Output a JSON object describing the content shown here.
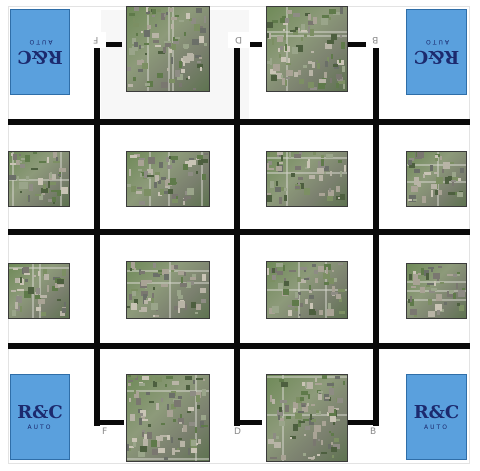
{
  "logos": [
    {
      "text": "R&C",
      "sub": "AUTO"
    },
    {
      "text": "R&C",
      "sub": "AUTO"
    },
    {
      "text": "R&C",
      "sub": "AUTO"
    },
    {
      "text": "R&C",
      "sub": "AUTO"
    }
  ],
  "top_letters": [
    "F",
    "D",
    "B"
  ],
  "bottom_letters": [
    "F",
    "D",
    "B"
  ],
  "colors": {
    "grid": "#0a0a0a",
    "logo_blue": "#5aa0dd",
    "logo_text": "#1c2a6e",
    "tile_green": "#6f8f55"
  }
}
